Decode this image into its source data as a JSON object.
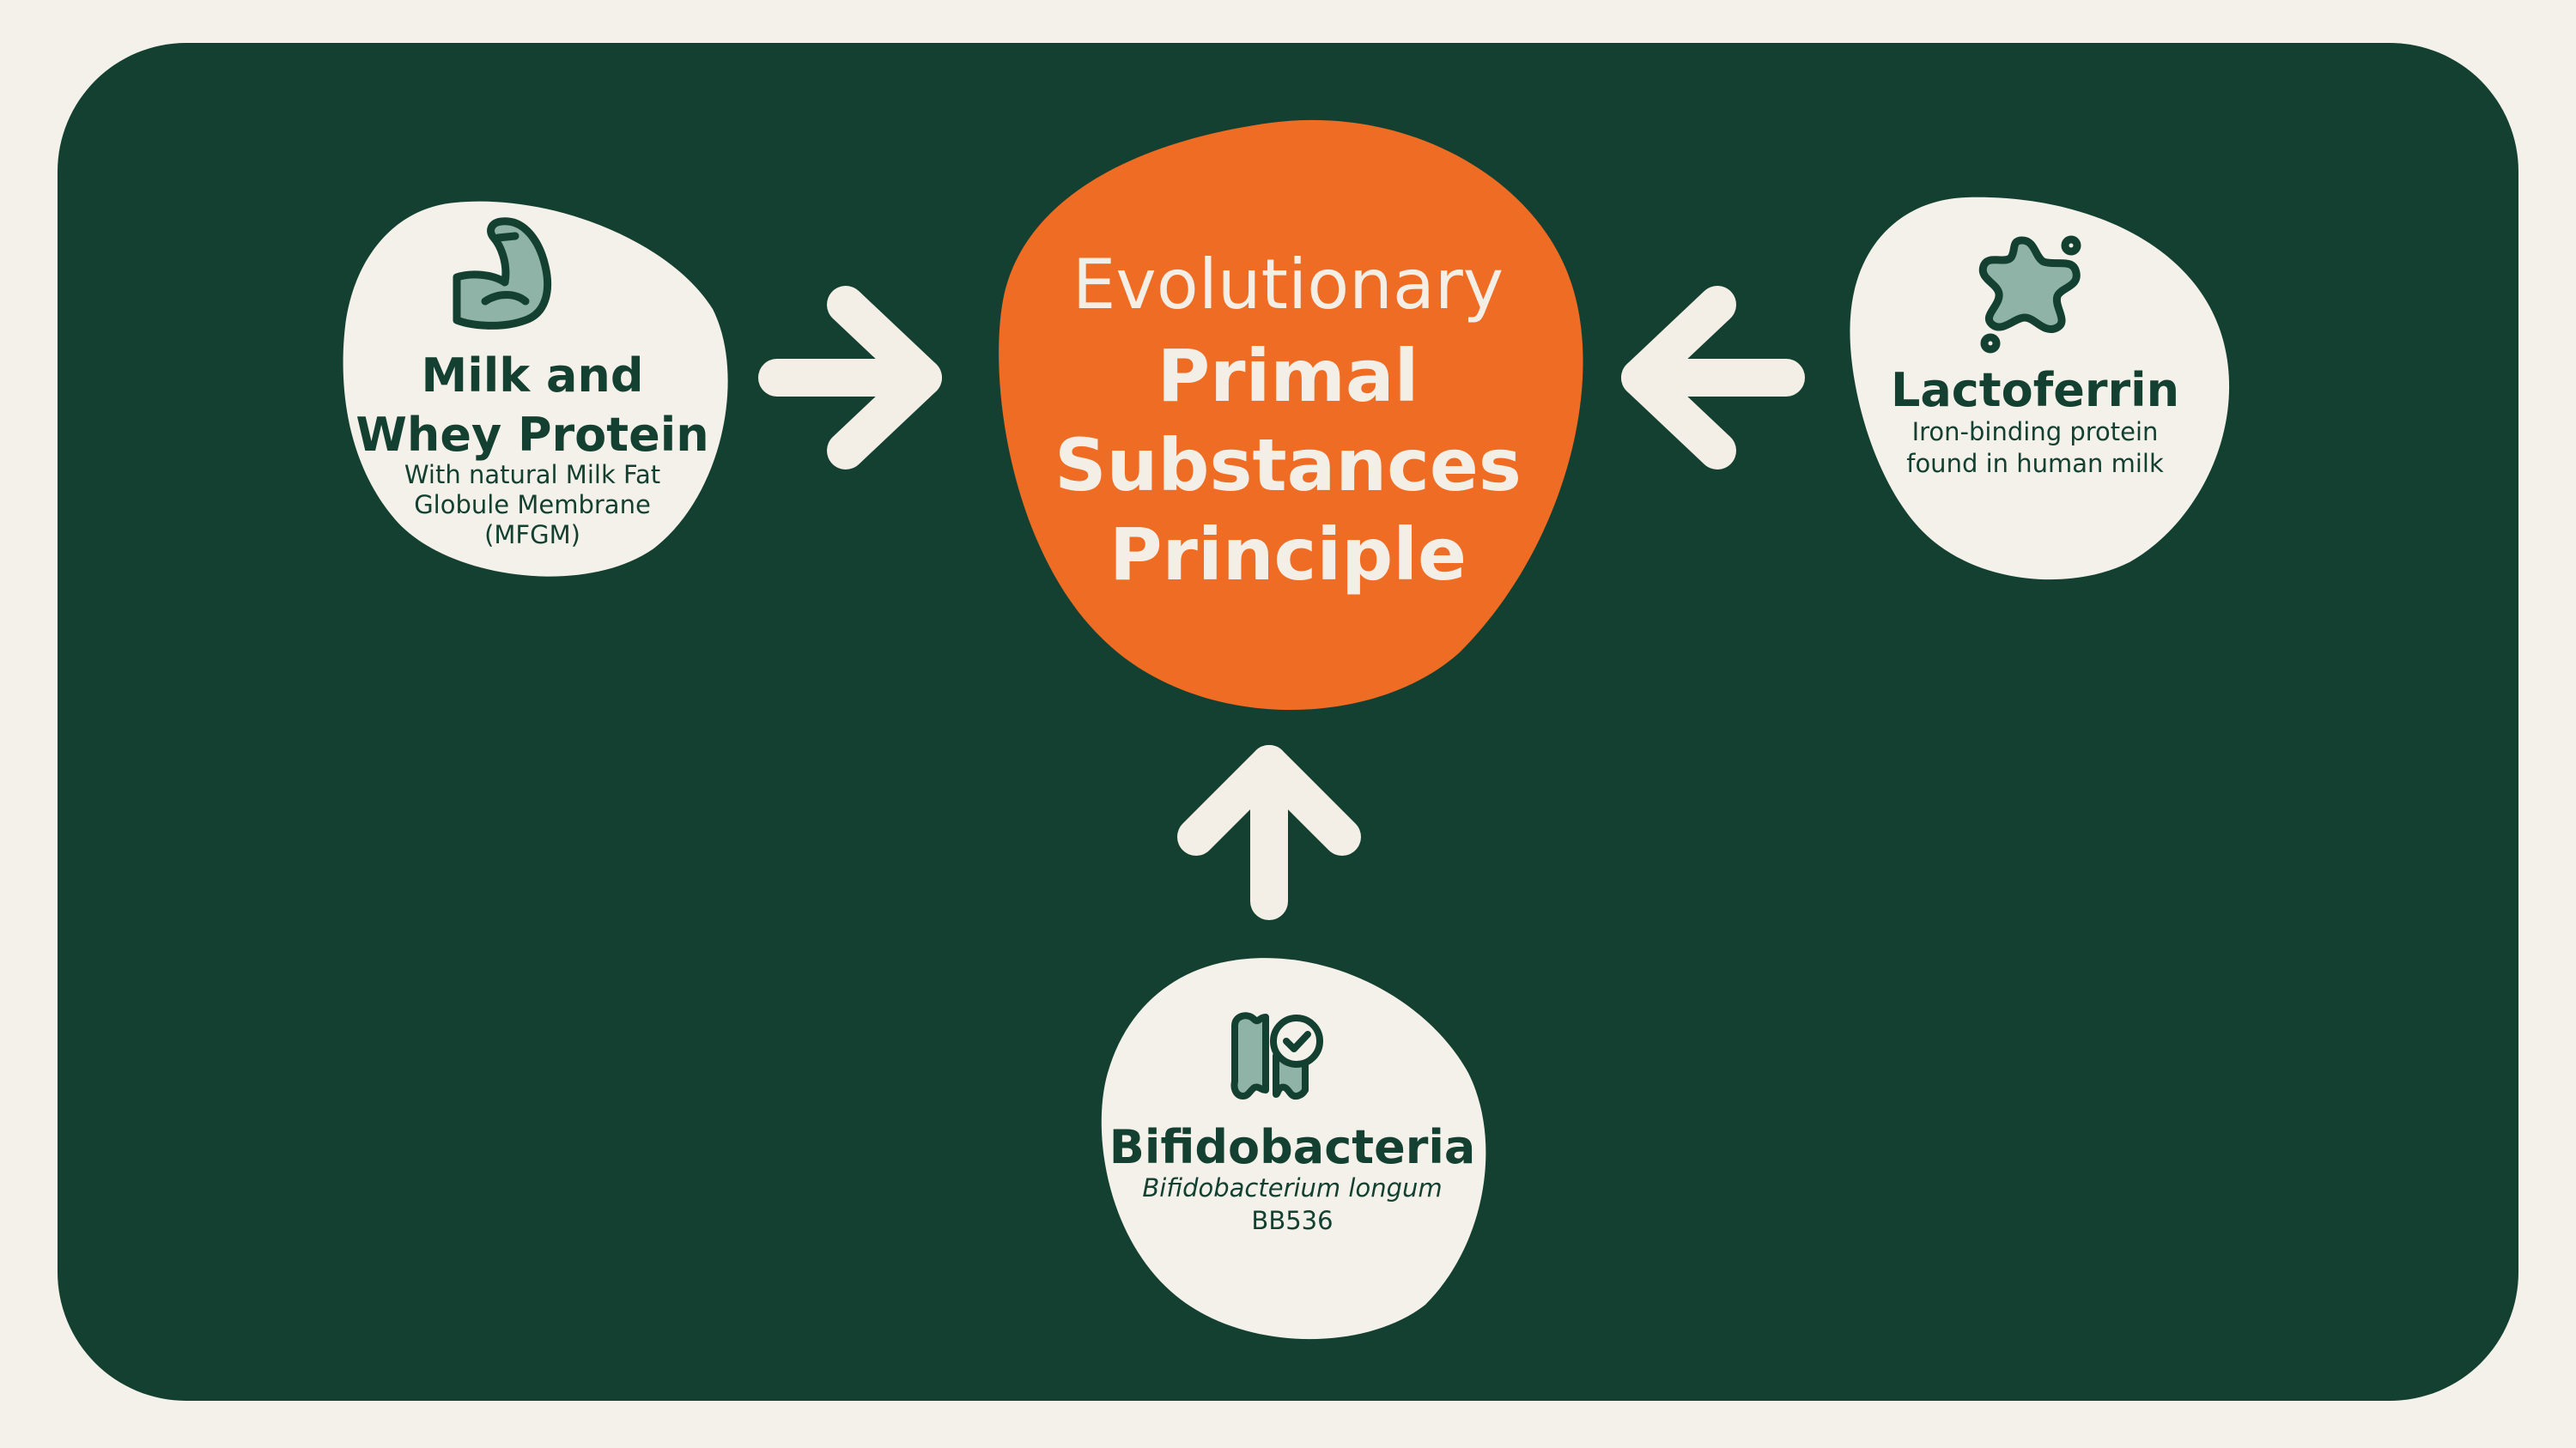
{
  "colors": {
    "background": "#f4f1eb",
    "panel": "#134030",
    "center_blob": "#ee6c23",
    "node_blob": "#f4f1eb",
    "arrow": "#f4efe6",
    "text_dark": "#134030",
    "icon_fill": "#8fb3a6"
  },
  "center": {
    "line1": "Evolutionary",
    "line2": "Primal",
    "line3": "Substances",
    "line4": "Principle"
  },
  "nodes": {
    "milk": {
      "icon": "flexed-arm-icon",
      "title_line1": "Milk and",
      "title_line2": "Whey Protein",
      "sub_line1": "With natural Milk Fat",
      "sub_line2": "Globule Membrane",
      "sub_line3": "(MFGM)"
    },
    "lactoferrin": {
      "icon": "molecule-icon",
      "title": "Lactoferrin",
      "sub_line1": "Iron-binding protein",
      "sub_line2": "found in human milk"
    },
    "bifido": {
      "icon": "intestine-check-icon",
      "title": "Bifidobacteria",
      "sub_italic": "Bifidobacterium longum",
      "sub_line2": "BB536"
    }
  }
}
